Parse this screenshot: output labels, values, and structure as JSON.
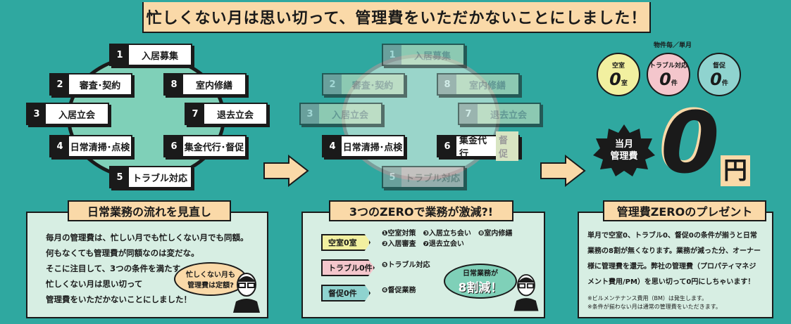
{
  "headline": "忙しくない月は思い切って、管理費をいただかないことにしました！",
  "cycle": [
    {
      "n": "1",
      "label": "入居募集"
    },
    {
      "n": "2",
      "label": "審査･契約"
    },
    {
      "n": "3",
      "label": "入居立会"
    },
    {
      "n": "4",
      "label": "日常清掃･点検"
    },
    {
      "n": "5",
      "label": "トラブル対応"
    },
    {
      "n": "6",
      "label": "集金代行･督促"
    },
    {
      "n": "7",
      "label": "退去立会"
    },
    {
      "n": "8",
      "label": "室内修繕"
    }
  ],
  "reduced_step6": {
    "a": "集金代行",
    "b": "督促"
  },
  "panel1": {
    "title": "日常業務の流れを見直し",
    "lines": [
      "毎月の管理費は、忙しい月でも忙しくない月でも同額。",
      "何もなくても管理費が同額なのは変だな。",
      "そこに注目して、3つの条件を満たす、",
      "忙しくない月は思い切って",
      "管理費をいただかないことにしました！"
    ],
    "bubble1": "忙しくない月も",
    "bubble2": "管理費は定額?"
  },
  "panel2": {
    "title": "3つのZEROで業務が激減?!",
    "tags": [
      {
        "label": "空室0室",
        "items1": "❶空室対策　❸入居立ち会い　❽室内修繕",
        "items2": "❷入居審査　❼退去立会い",
        "color": "#f2f0a0"
      },
      {
        "label": "トラブル0件",
        "items1": "❺トラブル対応",
        "items2": "",
        "color": "#f4c6cc"
      },
      {
        "label": "督促0件",
        "items1": "❻督促業務",
        "items2": "",
        "color": "#8fd3cf"
      }
    ],
    "bubble1": "日常業務が",
    "bubble2": "8割減！"
  },
  "panel3": {
    "title": "管理費ZEROのプレゼント",
    "lines": [
      "単月で空室0、トラブル0、督促0の条件が揃うと日常",
      "業務の8割が無くなります。業務が減った分、オーナー",
      "様に管理費を還元。弊社の管理費（プロパティマネジ",
      "メント費用/PM）を思い切って0円にしちゃいます！"
    ],
    "notes": [
      "※ビルメンテナンス費用（BM）は発生します。",
      "※条件が揃わない月は通常の管理費をいただきます。"
    ]
  },
  "zero": {
    "header": "物件毎／単月",
    "b1_label": "空室",
    "b1_num": "0",
    "b1_unit": "室",
    "b2_label": "トラブル対応",
    "b2_num": "0",
    "b2_unit": "件",
    "b3_label": "督促",
    "b3_num": "0",
    "b3_unit": "件",
    "fee1": "当月",
    "fee2": "管理費",
    "big": "0",
    "yen": "円"
  },
  "colors": {
    "bg": "#2fa8a0",
    "cream": "#fad9a8",
    "mint": "#d7eee3",
    "yellow": "#f2f0a0",
    "pink": "#f4c6cc",
    "teal": "#8fd3cf"
  }
}
